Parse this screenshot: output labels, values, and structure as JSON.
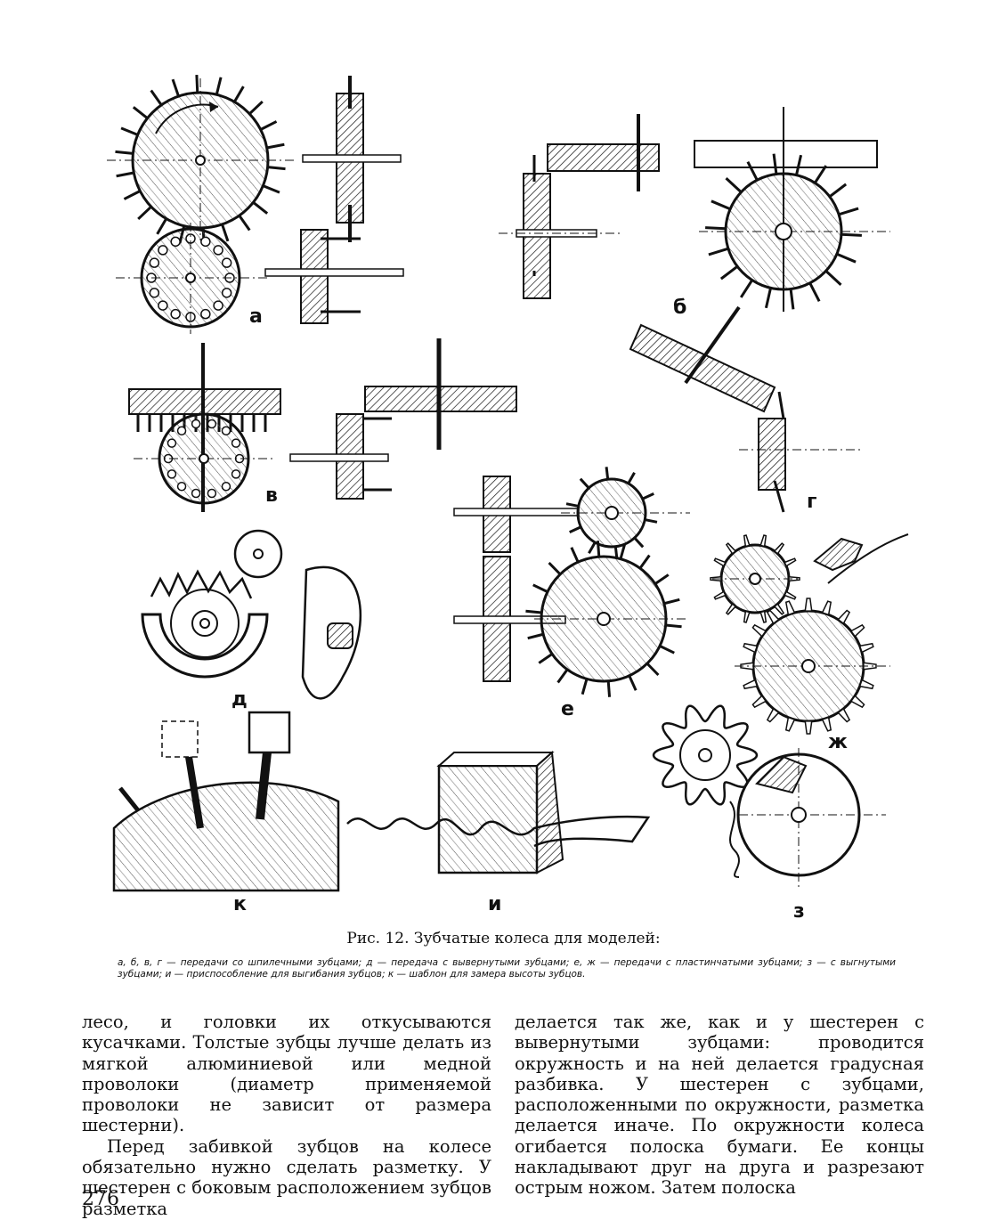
{
  "figure": {
    "labels": {
      "a": "а",
      "b": "б",
      "v": "в",
      "g": "г",
      "d": "д",
      "e": "е",
      "zh": "ж",
      "k": "к",
      "i": "и",
      "z": "з"
    }
  },
  "caption": {
    "title": "Рис. 12. Зубчатые колеса для моделей:",
    "description": "а, б, в, г — передачи со шпилечными зубцами; д — передача с вывернутыми зубцами; е, ж — передачи с пластинчатыми зубцами; з — с выгнутыми зубцами; и — приспособление для выгибания зубцов; к — шаблон для замера высоты зубцов."
  },
  "body": {
    "left_paragraphs": [
      "лесо, и головки их откусываются кусачками. Толстые зубцы лучше делать из мягкой алюминиевой или медной проволоки (диаметр применяемой проволоки не зависит от размера шестерни).",
      "Перед забивкой зубцов на колесе обязательно нужно сделать разметку. У шестерен с боковым расположением зубцов разметка"
    ],
    "right_paragraphs": [
      "делается так же, как и у шестерен с вывернутыми зубцами: проводится окружность и на ней делается градусная разбивка. У шестерен с зубцами, расположенными по окружности, разметка делается иначе. По окружности колеса огибается полоска бумаги. Ее концы накладывают друг на друга и разрезают острым ножом. Затем полоска"
    ]
  },
  "page_number": "276"
}
